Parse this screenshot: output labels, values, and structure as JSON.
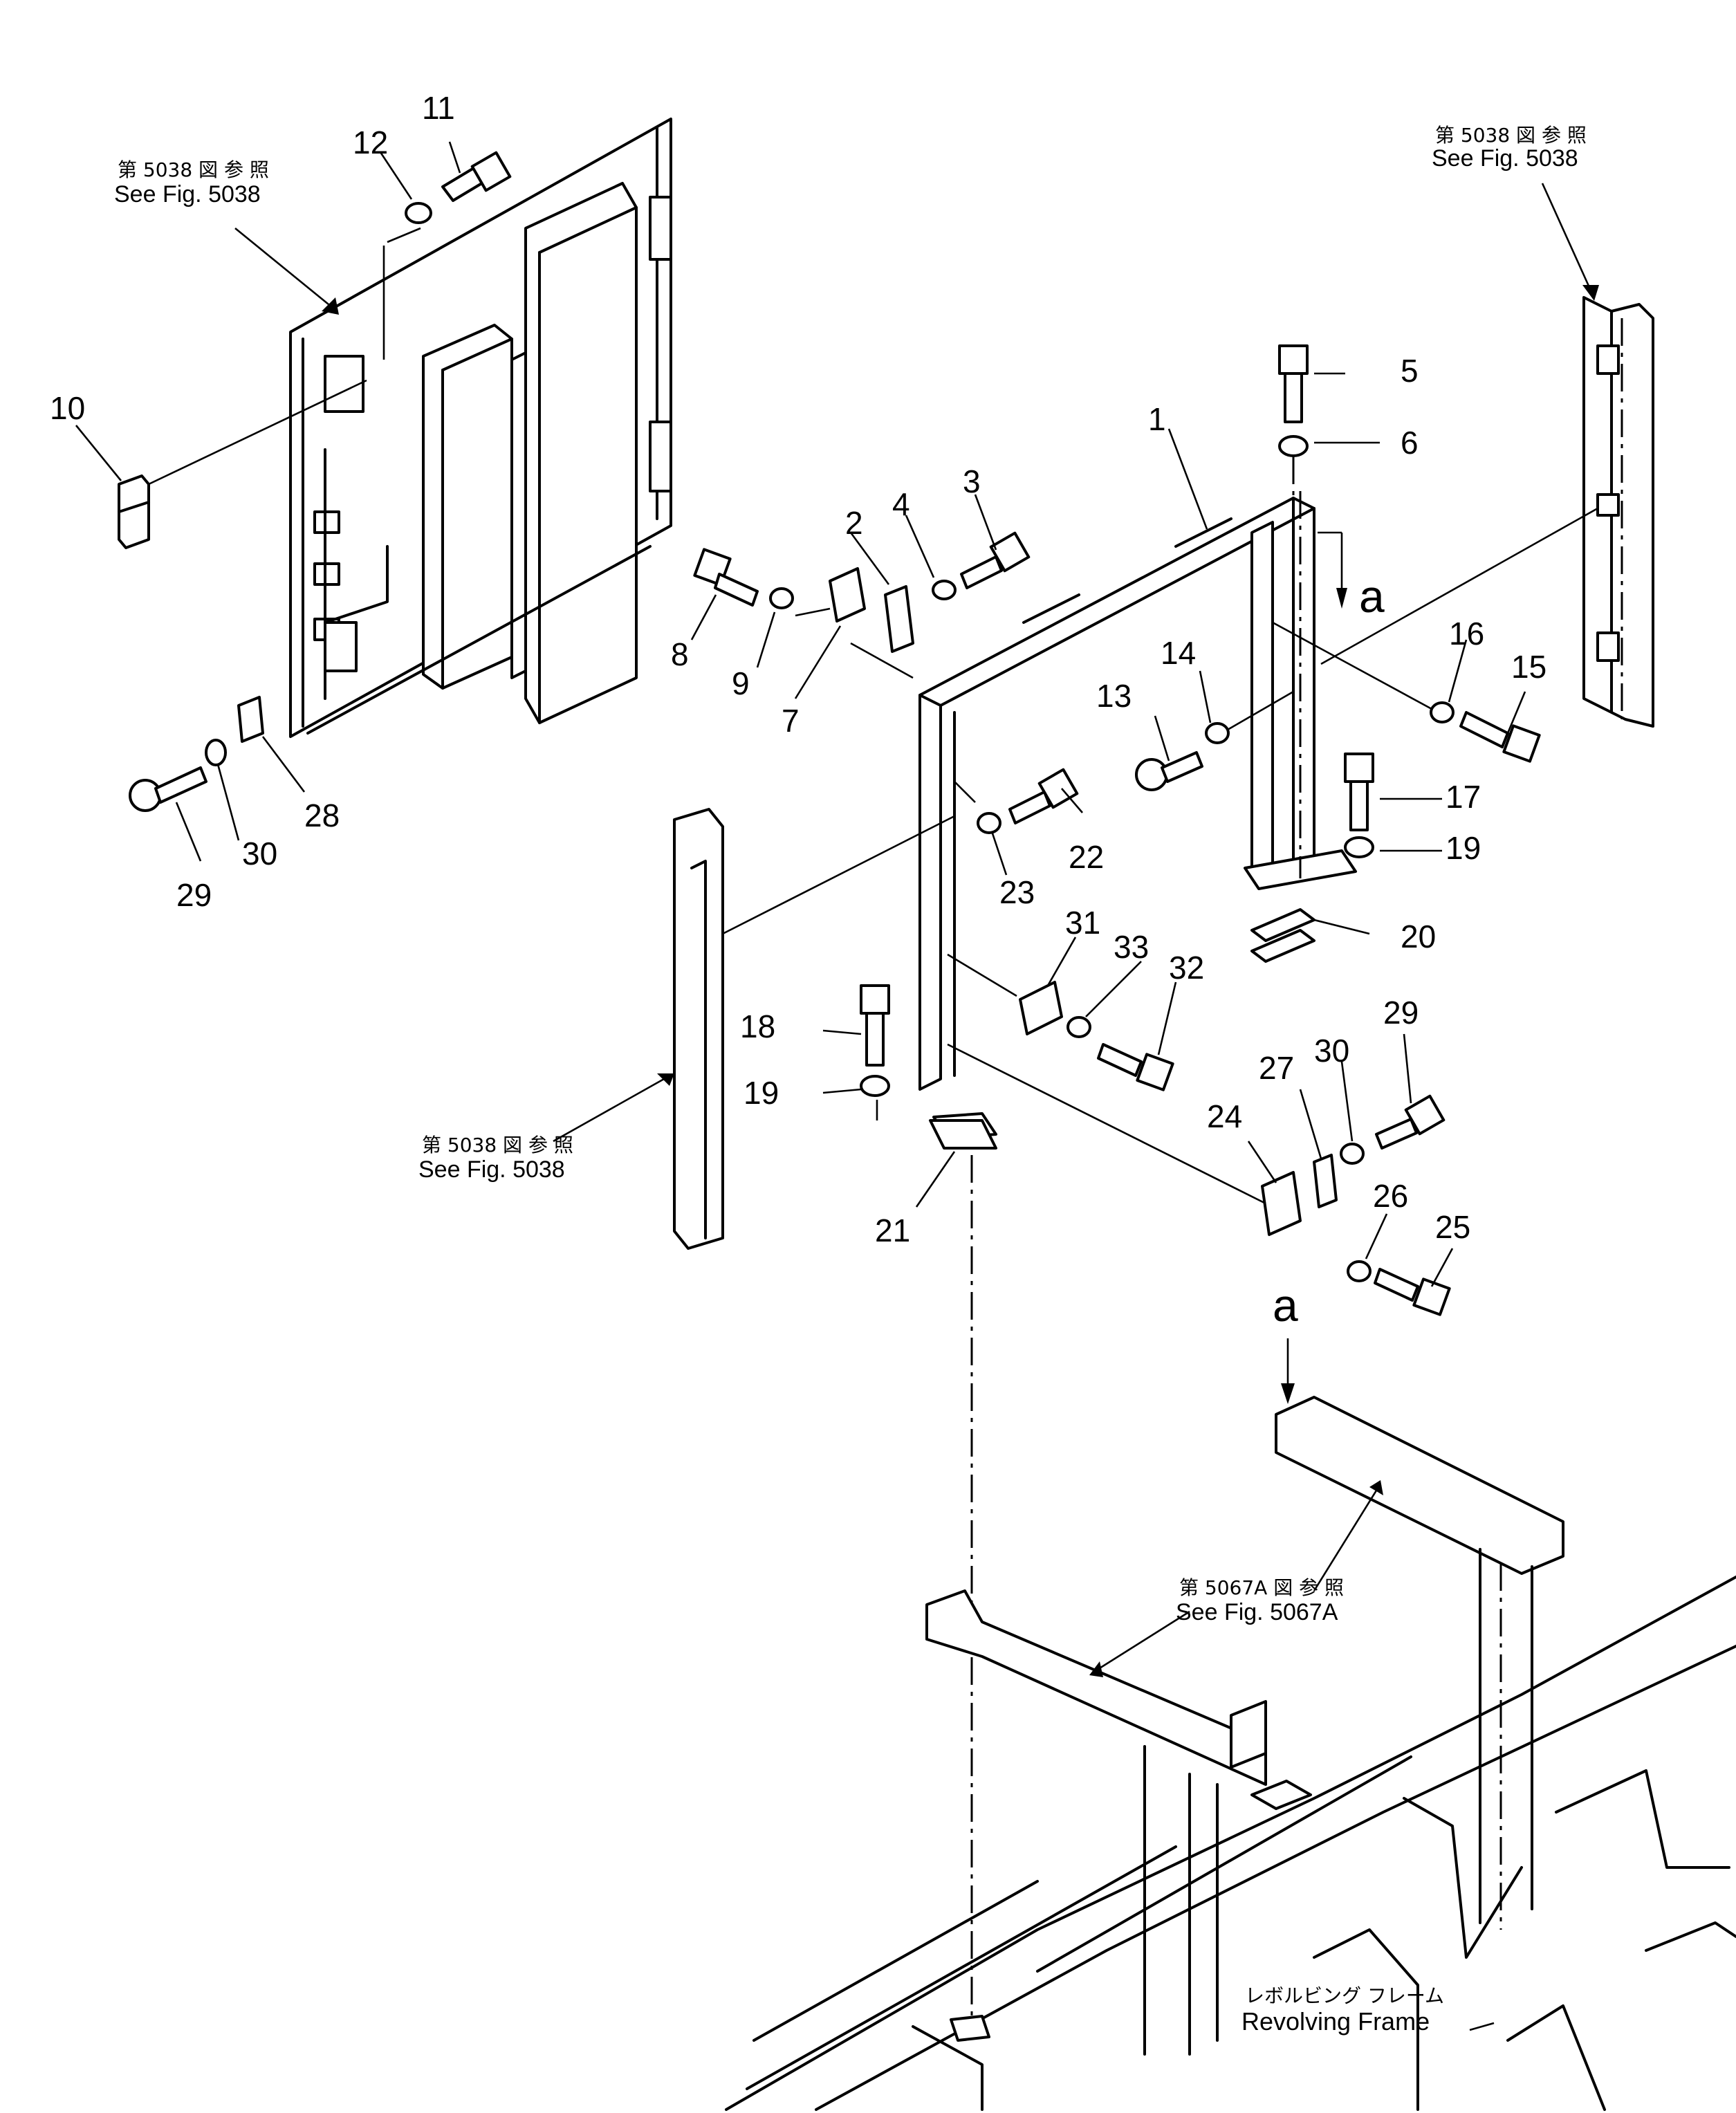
{
  "callouts": [
    {
      "id": "1",
      "label": "1"
    },
    {
      "id": "2",
      "label": "2"
    },
    {
      "id": "3",
      "label": "3"
    },
    {
      "id": "4",
      "label": "4"
    },
    {
      "id": "5",
      "label": "5"
    },
    {
      "id": "6",
      "label": "6"
    },
    {
      "id": "7",
      "label": "7"
    },
    {
      "id": "8",
      "label": "8"
    },
    {
      "id": "9",
      "label": "9"
    },
    {
      "id": "10",
      "label": "10"
    },
    {
      "id": "11",
      "label": "11"
    },
    {
      "id": "12",
      "label": "12"
    },
    {
      "id": "13",
      "label": "13"
    },
    {
      "id": "14",
      "label": "14"
    },
    {
      "id": "15",
      "label": "15"
    },
    {
      "id": "16",
      "label": "16"
    },
    {
      "id": "17",
      "label": "17"
    },
    {
      "id": "18",
      "label": "18"
    },
    {
      "id": "19a",
      "label": "19"
    },
    {
      "id": "19b",
      "label": "19"
    },
    {
      "id": "20",
      "label": "20"
    },
    {
      "id": "21",
      "label": "21"
    },
    {
      "id": "22",
      "label": "22"
    },
    {
      "id": "23",
      "label": "23"
    },
    {
      "id": "24",
      "label": "24"
    },
    {
      "id": "25",
      "label": "25"
    },
    {
      "id": "26",
      "label": "26"
    },
    {
      "id": "27",
      "label": "27"
    },
    {
      "id": "28",
      "label": "28"
    },
    {
      "id": "29a",
      "label": "29"
    },
    {
      "id": "29b",
      "label": "29"
    },
    {
      "id": "30a",
      "label": "30"
    },
    {
      "id": "30b",
      "label": "30"
    },
    {
      "id": "31",
      "label": "31"
    },
    {
      "id": "32",
      "label": "32"
    },
    {
      "id": "33",
      "label": "33"
    }
  ],
  "detail_marker": "a",
  "references": {
    "fig5038_left": {
      "jp": "第 5038 図 参 照",
      "en": "See Fig. 5038"
    },
    "fig5038_right": {
      "jp": "第 5038 図 参 照",
      "en": "See Fig. 5038"
    },
    "fig5038_center": {
      "jp": "第 5038 図 参 照",
      "en": "See Fig. 5038"
    },
    "fig5067A": {
      "jp": "第 5067A 図 参 照",
      "en": "See Fig. 5067A"
    }
  },
  "revolving_frame": {
    "jp": "レボルビング フレーム",
    "en": "Revolving Frame"
  }
}
